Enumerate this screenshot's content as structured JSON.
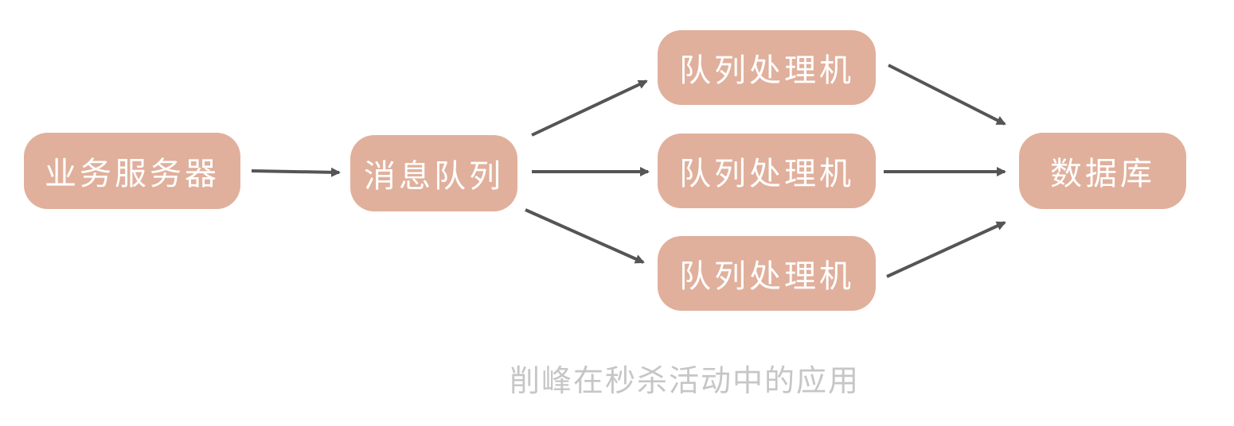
{
  "nodes": {
    "business_server": "业务服务器",
    "message_queue": "消息队列",
    "queue_worker_1": "队列处理机",
    "queue_worker_2": "队列处理机",
    "queue_worker_3": "队列处理机",
    "database": "数据库"
  },
  "caption": "削峰在秒杀活动中的应用",
  "colors": {
    "node_fill": "#e0b09c",
    "node_text": "#ffffff",
    "arrow": "#555555",
    "caption_text": "#c6c6c6"
  }
}
